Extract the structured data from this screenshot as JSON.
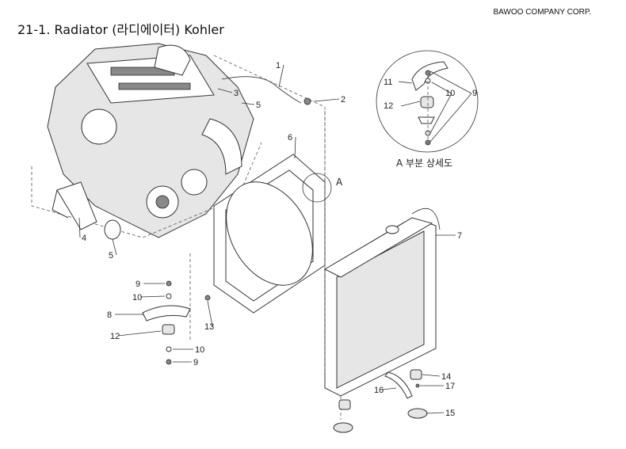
{
  "header": {
    "company": "BAWOO COMPANY CORP.",
    "title": "21-1. Radiator (라디에이터) Kohler"
  },
  "detail": {
    "caption": "A 부분 상세도",
    "marker": "A"
  },
  "callouts": [
    "1",
    "2",
    "3",
    "5",
    "6",
    "4",
    "5",
    "7",
    "9",
    "10",
    "8",
    "12",
    "13",
    "10",
    "9",
    "14",
    "17",
    "16",
    "15"
  ],
  "detail_callouts": [
    "11",
    "10",
    "9",
    "12"
  ]
}
